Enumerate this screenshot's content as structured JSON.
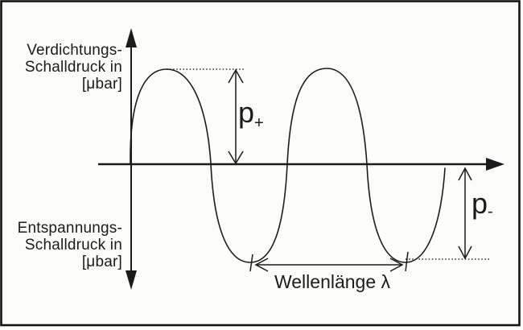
{
  "diagram": {
    "axis": {
      "positive_pressure_label": {
        "lines": [
          "Verdichtungs-",
          "Schalldruck in",
          "[μbar]"
        ]
      },
      "negative_pressure_label": {
        "lines": [
          "Entspannungs-",
          "Schalldruck in",
          "[μbar]"
        ]
      }
    },
    "annotations": {
      "peak_pressure": {
        "base": "p",
        "sub": "+"
      },
      "trough_pressure": {
        "base": "p",
        "sub": "-"
      },
      "wavelength_label": "Wellenlänge λ"
    },
    "wave": {
      "shape": "sine",
      "cycles_shown": 2
    },
    "colors": {
      "ink": "#1b1b1b",
      "paper": "#fcfcfa"
    }
  }
}
